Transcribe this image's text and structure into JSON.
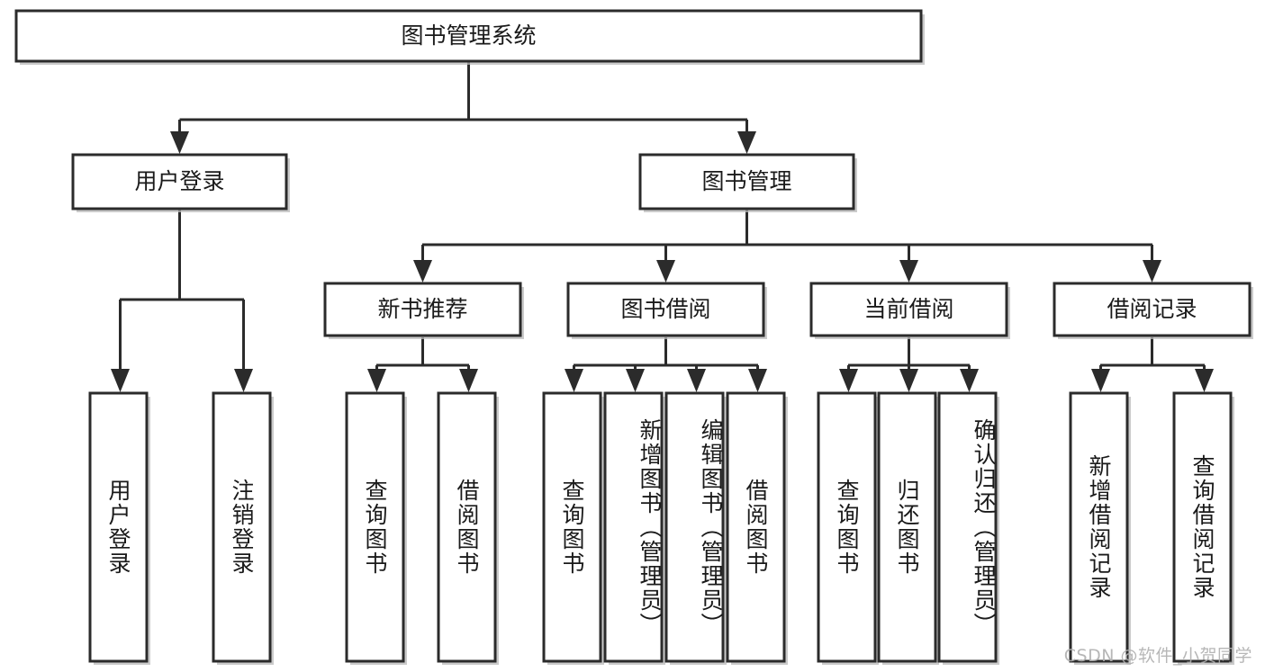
{
  "diagram": {
    "type": "tree",
    "title": "图书管理系统",
    "orientation": "top-down",
    "root": {
      "label": "图书管理系统"
    },
    "level2": [
      {
        "label": "用户登录"
      },
      {
        "label": "图书管理"
      }
    ],
    "level3": [
      {
        "label": "新书推荐"
      },
      {
        "label": "图书借阅"
      },
      {
        "label": "当前借阅"
      },
      {
        "label": "借阅记录"
      }
    ],
    "leaves": {
      "user_login": [
        {
          "label": "用户登录"
        },
        {
          "label": "注销登录"
        }
      ],
      "new_book_recommend": [
        {
          "label": "查询图书"
        },
        {
          "label": "借阅图书"
        }
      ],
      "book_borrow": [
        {
          "label": "查询图书"
        },
        {
          "label": "新增图书（管理员）"
        },
        {
          "label": "编辑图书（管理员）"
        },
        {
          "label": "借阅图书"
        }
      ],
      "current_borrow": [
        {
          "label": "查询图书"
        },
        {
          "label": "归还图书"
        },
        {
          "label": "确认归还（管理员）"
        }
      ],
      "borrow_record": [
        {
          "label": "新增借阅记录"
        },
        {
          "label": "查询借阅记录"
        }
      ]
    }
  },
  "watermark": {
    "text": "CSDN @软件_小贺同学"
  },
  "colors": {
    "box_border": "#2b2b2b",
    "box_fill": "#ffffff",
    "line": "#2b2b2b",
    "text": "#1a1a1a",
    "watermark": "#b0b0b0",
    "background": "#ffffff"
  }
}
